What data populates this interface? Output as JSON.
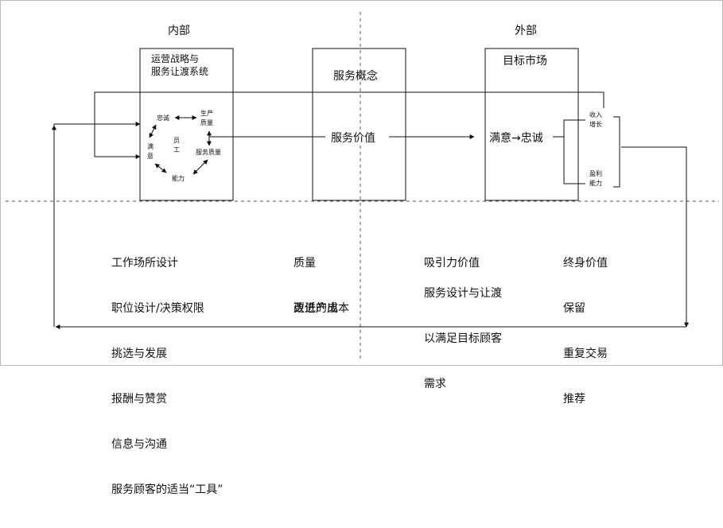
{
  "headers": {
    "internal": "内部",
    "external": "外部"
  },
  "boxes": {
    "operations": {
      "title_line1": "运营战略与",
      "title_line2": "服务让渡系统"
    },
    "concept": {
      "title": "服务概念"
    },
    "target": {
      "title": "目标市场"
    }
  },
  "cycle": {
    "loyalty": "忠诚",
    "productivity_l1": "生产",
    "productivity_l2": "质量",
    "satisfaction_l1": "满",
    "satisfaction_l2": "意",
    "employee_l1": "员",
    "employee_l2": "工",
    "service_quality": "服务质量",
    "capability": "能力"
  },
  "flow": {
    "service_value": "服务价值",
    "satisfaction_loyalty": "满意→忠诚",
    "revenue_l1": "收入",
    "revenue_l2": "增长",
    "profit_l1": "盈利",
    "profit_l2": "能力"
  },
  "lists": {
    "internal": [
      "工作场所设计",
      "职位设计/决策权限",
      "挑选与发展",
      "报酬与赞赏",
      "信息与沟通",
      "服务顾客的适当“工具”"
    ],
    "concept_top": [
      "质量",
      "改进产出"
    ],
    "concept_bottom": [
      "更低的成本"
    ],
    "target_top": [
      "吸引力价值"
    ],
    "target_bottom": [
      "服务设计与让渡",
      "以满足目标顾客",
      "需求"
    ],
    "outcomes": [
      "终身价值",
      "保留",
      "重复交易",
      "推荐"
    ]
  }
}
